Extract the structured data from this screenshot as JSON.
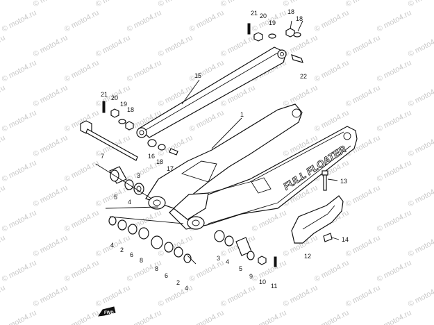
{
  "watermark": "© moto4.ru",
  "brand_text": "FULL FLOATER",
  "fwd_label": "FWD",
  "part_labels": {
    "p1": "1",
    "p2a": "2",
    "p2b": "2",
    "p3a": "3",
    "p3b": "3",
    "p4a": "4",
    "p4b": "4",
    "p4c": "4",
    "p4d": "4",
    "p5a": "5",
    "p5b": "5",
    "p6a": "6",
    "p6b": "6",
    "p7": "7",
    "p8a": "8",
    "p8b": "8",
    "p9": "9",
    "p10": "10",
    "p11": "11",
    "p12": "12",
    "p13": "13",
    "p14": "14",
    "p15": "15",
    "p16": "16",
    "p17": "17",
    "p18a": "18",
    "p18b": "18",
    "p18c": "18",
    "p18d": "18",
    "p19a": "19",
    "p19b": "19",
    "p20a": "20",
    "p20b": "20",
    "p21a": "21",
    "p21b": "21",
    "p22": "22"
  }
}
